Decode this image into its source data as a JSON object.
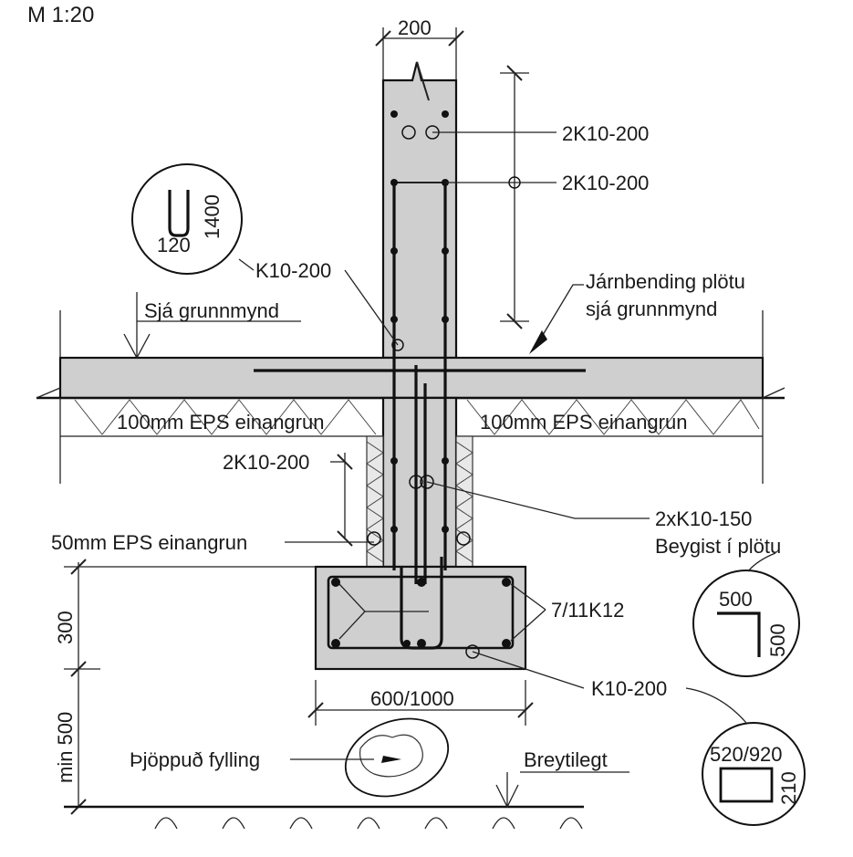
{
  "scale": "M 1:20",
  "dims": {
    "wall_width": "200",
    "footing_width": "600/1000",
    "footing_height": "300",
    "min_depth": "min 500"
  },
  "labels": {
    "rebar_top_1": "2K10-200",
    "rebar_top_2": "2K10-200",
    "ubar": "K10-200",
    "slab_rebar_line1": "Járnbending plötu",
    "slab_rebar_line2": "sjá grunnmynd",
    "slab_level": "Sjá grunnmynd",
    "insul_left": "100mm EPS einangrun",
    "insul_right": "100mm EPS einangrun",
    "rebar_mid": "2K10-200",
    "starter_line1": "2xK10-150",
    "starter_line2": "Beygist í plötu",
    "edge_insul": "50mm EPS einangrun",
    "footing_bars": "7/11K12",
    "stirrup": "K10-200",
    "fill": "Þjöppuð fylling",
    "ground": "Breytilegt"
  },
  "details": {
    "ubar_h": "1400",
    "ubar_w": "120",
    "lbar_h": "500",
    "lbar_v": "500",
    "stirrup_w": "520/920",
    "stirrup_h": "210"
  },
  "colors": {
    "concrete": "#cfcfcf",
    "line": "#111111"
  }
}
